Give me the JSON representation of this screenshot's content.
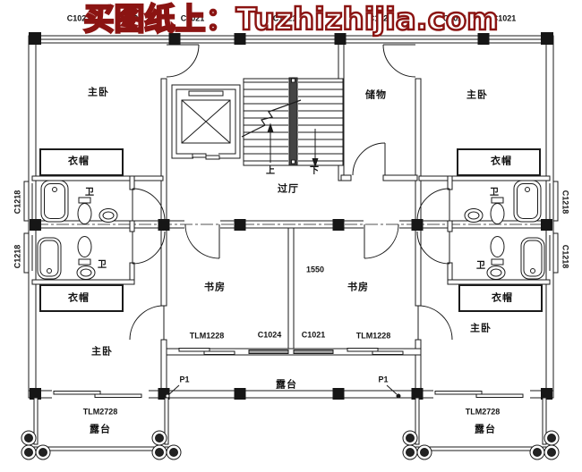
{
  "watermark": {
    "text": "买图纸上：Tuzhizhijia.com",
    "color": "#8b1412"
  },
  "rooms": {
    "master_bedroom": "主卧",
    "cloakroom": "衣帽",
    "bathroom": "卫",
    "storage": "储物",
    "hallway": "过厅",
    "study": "书房",
    "terrace": "露台"
  },
  "stairs": {
    "up": "上",
    "down": "下"
  },
  "tags": {
    "c1021": "C1021",
    "c1218": "C1218",
    "c1024": "C1024",
    "tlm1228": "TLM1228",
    "tlm2728": "TLM2728",
    "p1": "P1",
    "dim_1550": "1550"
  },
  "line_color": "#1b1b1b"
}
